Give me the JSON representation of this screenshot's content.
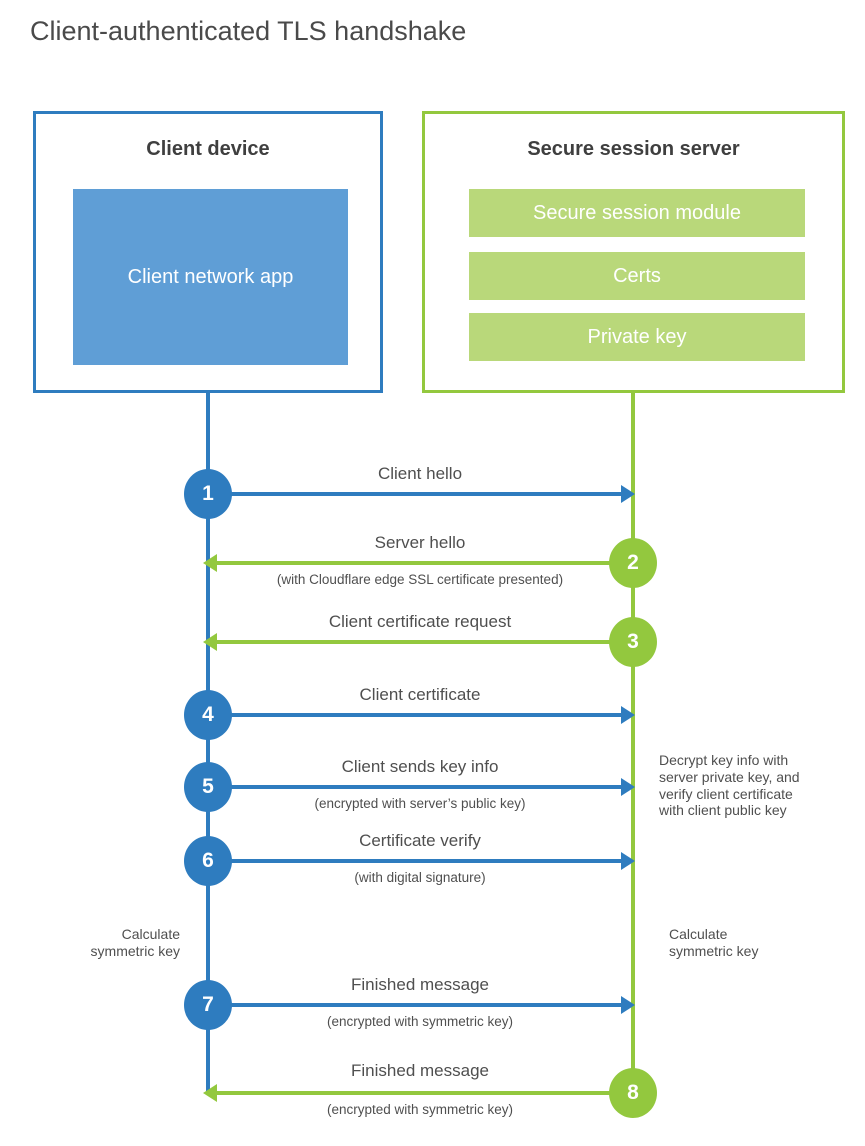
{
  "title": "Client-authenticated TLS handshake",
  "client": {
    "heading": "Client device",
    "app_label": "Client network app"
  },
  "server": {
    "heading": "Secure session server",
    "modules": [
      "Secure session module",
      "Certs",
      "Private key"
    ]
  },
  "steps": [
    {
      "number": "1",
      "from": "client",
      "to": "server",
      "direction": "right",
      "label": "Client hello",
      "sublabel": ""
    },
    {
      "number": "2",
      "from": "server",
      "to": "client",
      "direction": "left",
      "label": "Server hello",
      "sublabel": "(with Cloudflare edge SSL certificate presented)"
    },
    {
      "number": "3",
      "from": "server",
      "to": "client",
      "direction": "left",
      "label": "Client certificate request",
      "sublabel": ""
    },
    {
      "number": "4",
      "from": "client",
      "to": "server",
      "direction": "right",
      "label": "Client certificate",
      "sublabel": ""
    },
    {
      "number": "5",
      "from": "client",
      "to": "server",
      "direction": "right",
      "label": "Client sends key info",
      "sublabel": "(encrypted with server’s public key)"
    },
    {
      "number": "6",
      "from": "client",
      "to": "server",
      "direction": "right",
      "label": "Certificate verify",
      "sublabel": "(with digital signature)"
    },
    {
      "number": "7",
      "from": "client",
      "to": "server",
      "direction": "right",
      "label": "Finished message",
      "sublabel": "(encrypted with symmetric key)"
    },
    {
      "number": "8",
      "from": "server",
      "to": "client",
      "direction": "left",
      "label": "Finished message",
      "sublabel": "(encrypted with symmetric key)"
    }
  ],
  "notes": {
    "decrypt": {
      "lines": [
        "Decrypt key info with",
        "server private key, and",
        "verify client certificate",
        "with client public key"
      ]
    },
    "calc_left": {
      "lines": [
        "Calculate",
        "symmetric key"
      ]
    },
    "calc_right": {
      "lines": [
        "Calculate",
        "symmetric key"
      ]
    }
  },
  "colors": {
    "blue": "#2e7cbf",
    "blue_fill": "#5f9ed6",
    "green": "#93c83e",
    "green_fill": "#b9d87a",
    "heading_text": "#3f3f3f",
    "label_text": "#4f4f4f",
    "title_text": "#4a4a4a"
  }
}
